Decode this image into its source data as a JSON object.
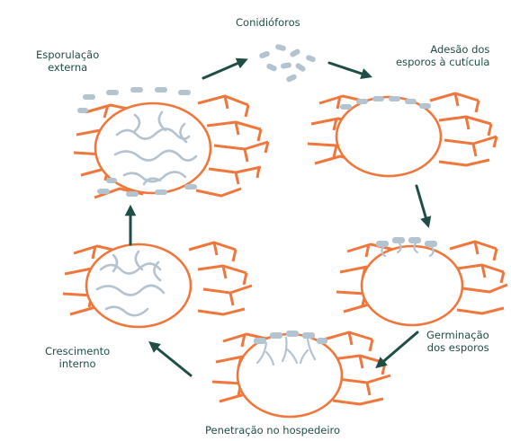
{
  "labels": {
    "conidioforos": "Conidióforos",
    "adesao": [
      "Adesão dos",
      "esporos à cutícula"
    ],
    "esporulacao": [
      "Esporulação",
      "externa"
    ],
    "crescimento": [
      "Crescimento",
      "interno"
    ],
    "germinacao": [
      "Germinação",
      "dos esporos"
    ],
    "penetracao": "Penetração no hospedeiro"
  },
  "colors": {
    "tissue": "#f0773c",
    "spore": "#b4c3d0",
    "arrow": "#1f4e46",
    "text": "#1f4e46"
  },
  "icons": {
    "arrow": "arrow-icon"
  }
}
